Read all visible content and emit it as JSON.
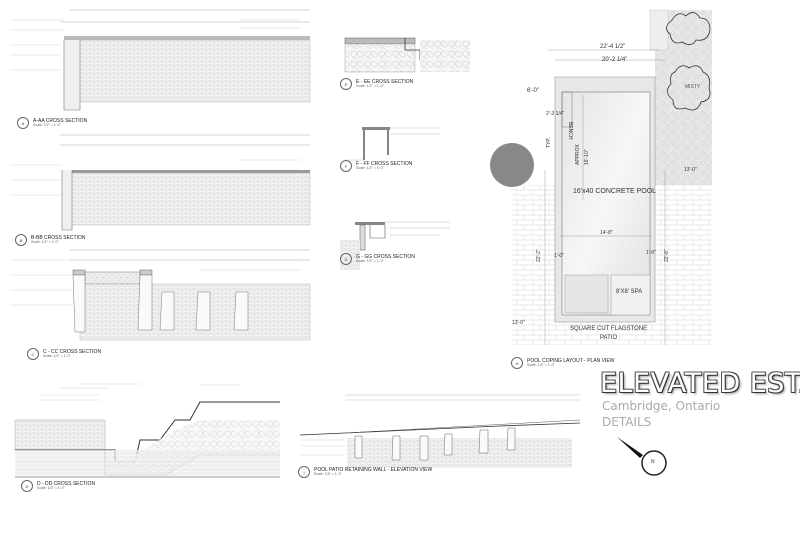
{
  "sections": {
    "a": {
      "tag": "A",
      "title": "A-AA CROSS SECTION",
      "scale": "Scale: 1/2\" = 1'-0\""
    },
    "b": {
      "tag": "B",
      "title": "B-BB CROSS SECTION",
      "scale": "Scale: 1/2\" = 1'-0\""
    },
    "c": {
      "tag": "C",
      "title": "C - CC CROSS SECTION",
      "scale": "Scale: 1/2\" = 1'-0\""
    },
    "d": {
      "tag": "D",
      "title": "D - DD CROSS SECTION",
      "scale": "Scale: 1/2\" = 1'-0\""
    },
    "e": {
      "tag": "E",
      "title": "E - EE CROSS SECTION",
      "scale": "Scale: 1/2\" = 1'-0\""
    },
    "f": {
      "tag": "F",
      "title": "F - FF CROSS SECTION",
      "scale": "Scale: 1/2\" = 1'-0\""
    },
    "g": {
      "tag": "G",
      "title": "G - GG CROSS SECTION",
      "scale": "Scale: 1/2\" = 1'-0\""
    },
    "h": {
      "tag": "H",
      "title": "POOL COPING LAYOUT - PLAN VIEW",
      "scale": "Scale: 1/4\" = 1'-0\""
    },
    "i": {
      "tag": "I",
      "title": "POOL PATIO RETAINING WALL - ELEVATION VIEW",
      "scale": "Scale: 1/4\" = 1'-0\""
    }
  },
  "plan": {
    "dim_overall": "22'-4 1/2\"",
    "dim_inner": "20'-2 1/4\"",
    "dim_left_top": "6'-0\"",
    "dim_coping": "2'-3 1/4\"",
    "bench": "BENCH",
    "approx": "APPROX",
    "approx_len": "16'-10\"",
    "pool_label": "16'x40 CONCRETE POOL",
    "width": "14'-8\"",
    "left_len": "22'-2\"",
    "right_len": "22'-8\"",
    "step_left": "1'-0\"",
    "step_right": "1'-0\"",
    "spa": "8'X8' SPA",
    "patio_1": "SQUARE CUT FLAGSTONE",
    "patio_2": "PATIO",
    "bottom_left": "13'-0\"",
    "garden_dim": "13'-0\"",
    "plant": "MISTY",
    "typ": "TYP."
  },
  "title_block": {
    "project": "ELEVATED ESTATE",
    "location": "Cambridge, Ontario",
    "sheet": "DETAILS",
    "north": "N"
  }
}
